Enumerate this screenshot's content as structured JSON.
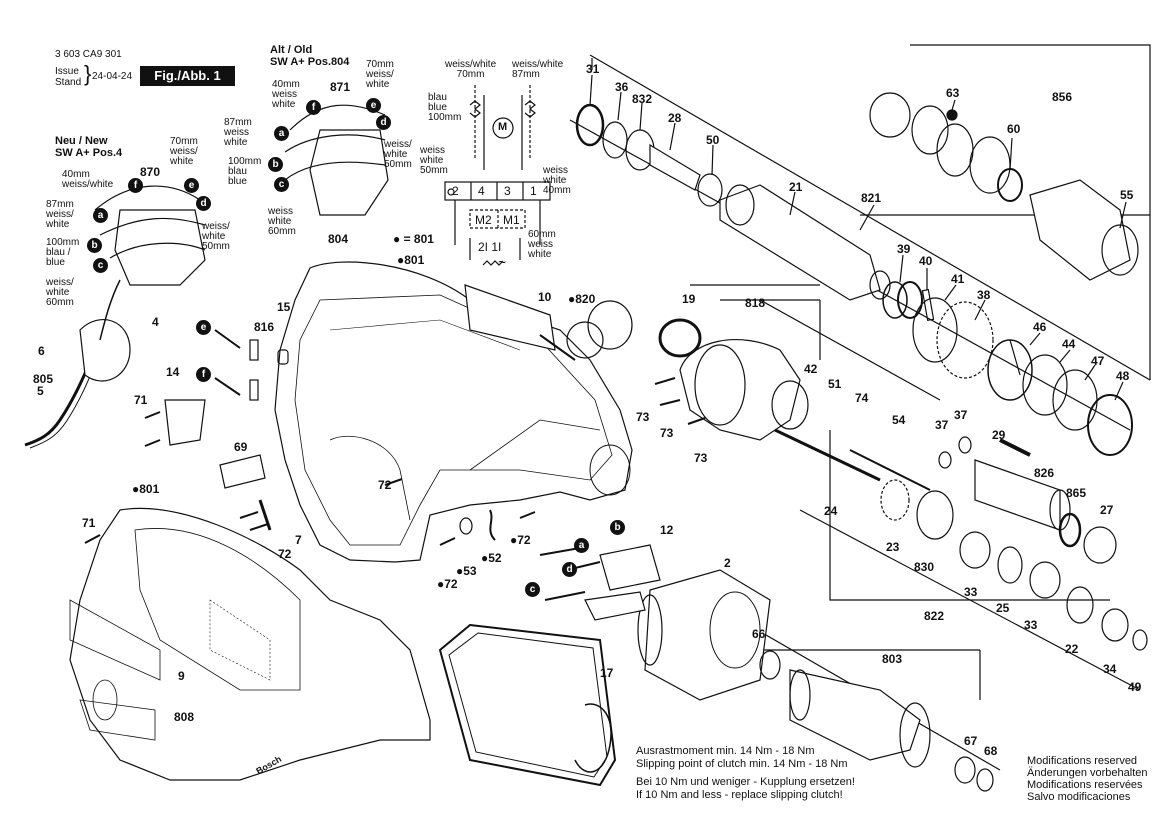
{
  "header": {
    "doc_number": "3 603 CA9 301",
    "issue_label": "Issue",
    "stand_label": "Stand",
    "date": "24-04-24",
    "fig_label": "Fig./Abb. 1"
  },
  "switch_old": {
    "title_line1": "Alt / Old",
    "title_line2": "SW A+ Pos.804",
    "part": "804",
    "top_part": "871",
    "wires": [
      {
        "letter": "a",
        "text": "87mm\nweiss\nwhite"
      },
      {
        "letter": "f",
        "text": "40mm\nweiss\nwhite"
      },
      {
        "letter": "e",
        "text": "70mm\nweiss/\nwhite"
      },
      {
        "letter": "d",
        "text": "weiss/\nwhite\n50mm"
      },
      {
        "letter": "b",
        "text": "100mm\nblau\nblue"
      },
      {
        "letter": "c",
        "text": "weiss\nwhite\n60mm"
      }
    ]
  },
  "switch_new": {
    "title_line1": "Neu / New",
    "title_line2": "SW A+ Pos.4",
    "part": "4",
    "top_part": "870",
    "wires": [
      {
        "letter": "f",
        "text": "40mm\nweiss/white"
      },
      {
        "letter": "e",
        "text": "70mm\nweiss/\nwhite"
      },
      {
        "letter": "a",
        "text": "87mm\nweiss/\nwhite"
      },
      {
        "letter": "d",
        "text": "weiss/\nwhite\n50mm"
      },
      {
        "letter": "b",
        "text": "100mm\nblau /\nblue"
      },
      {
        "letter": "c",
        "text": "weiss/\nwhite\n60mm"
      }
    ]
  },
  "wiring": {
    "top_left": "weiss/white\n70mm",
    "top_right": "weiss/white\n87mm",
    "left_blue": "blau\nblue\n100mm",
    "left_white": "weiss\nwhite\n50mm",
    "right_white": "weiss\nwhite\n40mm",
    "bottom_right": "60mm\nweiss\nwhite",
    "terminals": [
      "2",
      "4",
      "3",
      "1"
    ],
    "m2": "M2",
    "m1": "M1",
    "bottom_terms": "2I 1I",
    "motor": "M",
    "tilde": "~"
  },
  "legend_801": "= 801",
  "parts": [
    {
      "id": "31"
    },
    {
      "id": "36"
    },
    {
      "id": "832"
    },
    {
      "id": "28"
    },
    {
      "id": "50"
    },
    {
      "id": "21"
    },
    {
      "id": "63"
    },
    {
      "id": "856"
    },
    {
      "id": "60"
    },
    {
      "id": "55"
    },
    {
      "id": "821"
    },
    {
      "id": "39"
    },
    {
      "id": "40"
    },
    {
      "id": "41"
    },
    {
      "id": "38"
    },
    {
      "id": "46"
    },
    {
      "id": "44"
    },
    {
      "id": "47"
    },
    {
      "id": "48"
    },
    {
      "id": "19"
    },
    {
      "id": "818"
    },
    {
      "id": "42"
    },
    {
      "id": "51"
    },
    {
      "id": "74"
    },
    {
      "id": "54"
    },
    {
      "id": "37"
    },
    {
      "id": "37"
    },
    {
      "id": "29"
    },
    {
      "id": "826"
    },
    {
      "id": "865"
    },
    {
      "id": "27"
    },
    {
      "id": "73"
    },
    {
      "id": "73"
    },
    {
      "id": "73"
    },
    {
      "id": "24"
    },
    {
      "id": "23"
    },
    {
      "id": "830"
    },
    {
      "id": "33"
    },
    {
      "id": "25"
    },
    {
      "id": "33"
    },
    {
      "id": "822"
    },
    {
      "id": "22"
    },
    {
      "id": "34"
    },
    {
      "id": "49"
    },
    {
      "id": "803"
    },
    {
      "id": "66"
    },
    {
      "id": "67"
    },
    {
      "id": "68"
    },
    {
      "id": "2"
    },
    {
      "id": "12"
    },
    {
      "id": "17"
    },
    {
      "id": "10"
    },
    {
      "id": "820"
    },
    {
      "id": "801"
    },
    {
      "id": "15"
    },
    {
      "id": "816"
    },
    {
      "id": "14"
    },
    {
      "id": "71"
    },
    {
      "id": "69"
    },
    {
      "id": "72"
    },
    {
      "id": "72"
    },
    {
      "id": "72"
    },
    {
      "id": "72"
    },
    {
      "id": "7"
    },
    {
      "id": "53"
    },
    {
      "id": "52"
    },
    {
      "id": "801"
    },
    {
      "id": "71"
    },
    {
      "id": "9"
    },
    {
      "id": "808"
    },
    {
      "id": "6"
    },
    {
      "id": "805"
    },
    {
      "id": "5"
    }
  ],
  "callout_letters": [
    "b",
    "a",
    "d",
    "c",
    "e",
    "f"
  ],
  "brand_mark": "Bosch",
  "notes": {
    "line1": "Ausrastmoment min. 14 Nm - 18 Nm",
    "line2": "Slipping point of clutch min. 14 Nm - 18 Nm",
    "line3": "Bei 10 Nm und weniger - Kupplung ersetzen!",
    "line4": "If 10 Nm and less - replace slipping clutch!"
  },
  "modifications": {
    "en": "Modifications reserved",
    "de": "Änderungen vorbehalten",
    "fr": "Modifications reservées",
    "es": "Salvo modificaciones"
  }
}
